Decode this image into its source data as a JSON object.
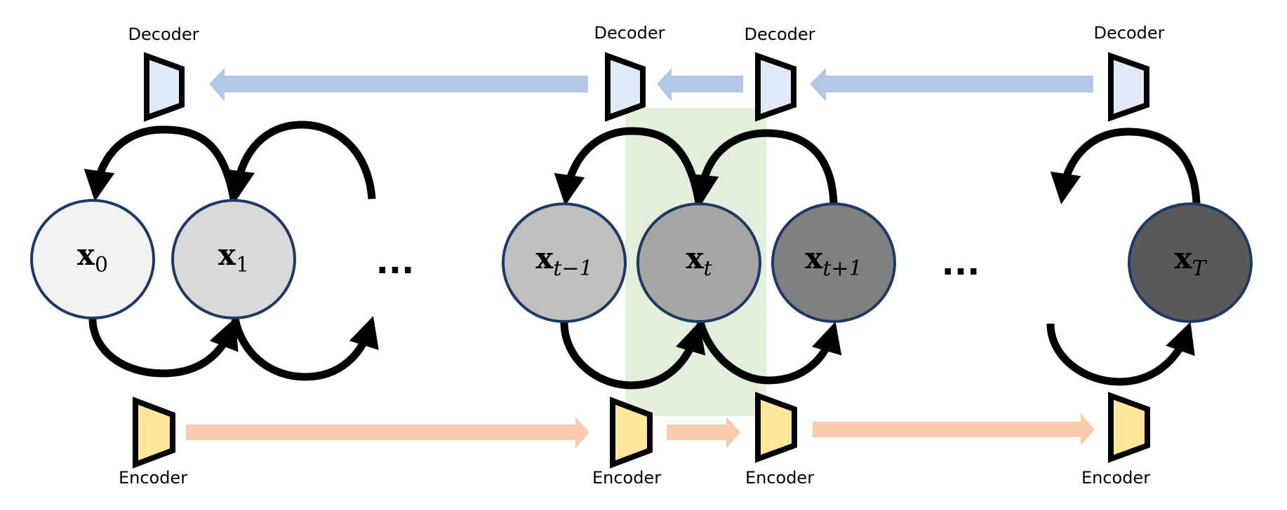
{
  "figure": {
    "highlight_color": "#e2efda",
    "node_outline_color": "#1f3864",
    "arc_color": "#000000",
    "decoder": {
      "label": "Decoder",
      "fill": "#deebf7",
      "stroke": "#000000",
      "flow_arrow_color": "#b4c7e7",
      "flow_direction": "right-to-left"
    },
    "encoder": {
      "label": "Encoder",
      "fill": "#ffe699",
      "stroke": "#000000",
      "flow_arrow_color": "#f8cbad",
      "flow_direction": "left-to-right"
    },
    "nodes": [
      {
        "id": "x0",
        "base": "x",
        "sub": "0",
        "fill": "#f2f2f2"
      },
      {
        "id": "x1",
        "base": "x",
        "sub": "1",
        "fill": "#d9d9d9"
      },
      {
        "id": "x_t-1",
        "base": "x",
        "sub": "t−1",
        "fill": "#bfbfbf"
      },
      {
        "id": "x_t",
        "base": "x",
        "sub": "t",
        "fill": "#a6a6a6",
        "highlighted": true
      },
      {
        "id": "x_t+1",
        "base": "x",
        "sub": "t+1",
        "fill": "#808080"
      },
      {
        "id": "x_T",
        "base": "x",
        "sub": "T",
        "fill": "#595959"
      }
    ],
    "ellipsis": [
      "...",
      "..."
    ],
    "decoders": [
      {
        "label": "Decoder"
      },
      {
        "label": "Decoder"
      },
      {
        "label": "Decoder"
      },
      {
        "label": "Decoder"
      }
    ],
    "encoders": [
      {
        "label": "Encoder"
      },
      {
        "label": "Encoder"
      },
      {
        "label": "Encoder"
      },
      {
        "label": "Encoder"
      }
    ]
  }
}
